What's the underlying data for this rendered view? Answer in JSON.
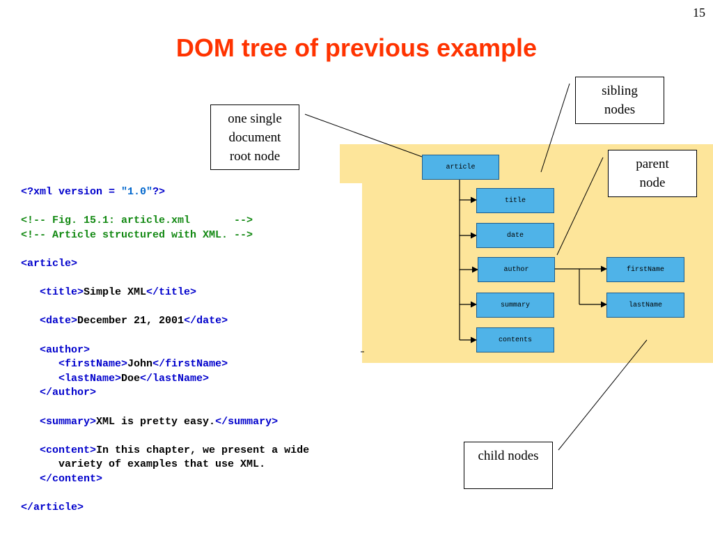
{
  "slide": {
    "number": "15",
    "title": "DOM tree of previous example"
  },
  "callouts": {
    "root": [
      "one single",
      "document",
      "root node"
    ],
    "sibling": [
      "sibling",
      "nodes"
    ],
    "parent": [
      "parent",
      "node"
    ],
    "child": [
      "child nodes"
    ]
  },
  "tree": {
    "root": "article",
    "children": [
      "title",
      "date",
      "author",
      "summary",
      "contents"
    ],
    "author_children": [
      "firstName",
      "lastName"
    ]
  },
  "code": {
    "xml_decl_open": "<?xml version = ",
    "xml_decl_value": "\"1.0\"",
    "xml_decl_close": "?>",
    "comment1": "<!-- Fig. 15.1: article.xml       -->",
    "comment2": "<!-- Article structured with XML. -->",
    "article_open": "<article>",
    "title_open": "<title>",
    "title_text": "Simple XML",
    "title_close": "</title>",
    "date_open": "<date>",
    "date_text": "December 21, 2001",
    "date_close": "</date>",
    "author_open": "<author>",
    "first_open": "<firstName>",
    "first_text": "John",
    "first_close": "</firstName>",
    "last_open": "<lastName>",
    "last_text": "Doe",
    "last_close": "</lastName>",
    "author_close": "</author>",
    "summary_open": "<summary>",
    "summary_text": "XML is pretty easy.",
    "summary_close": "</summary>",
    "content_open": "<content>",
    "content_text1": "In this chapter, we present a wide",
    "content_text2": "variety of examples that use XML.",
    "content_close": "</content>",
    "article_close": "</article>"
  },
  "colors": {
    "title": "#ff3300",
    "panel": "#fde59a",
    "node_fill": "#4fb3e8",
    "tag": "#0000cc",
    "comment": "#118811"
  }
}
